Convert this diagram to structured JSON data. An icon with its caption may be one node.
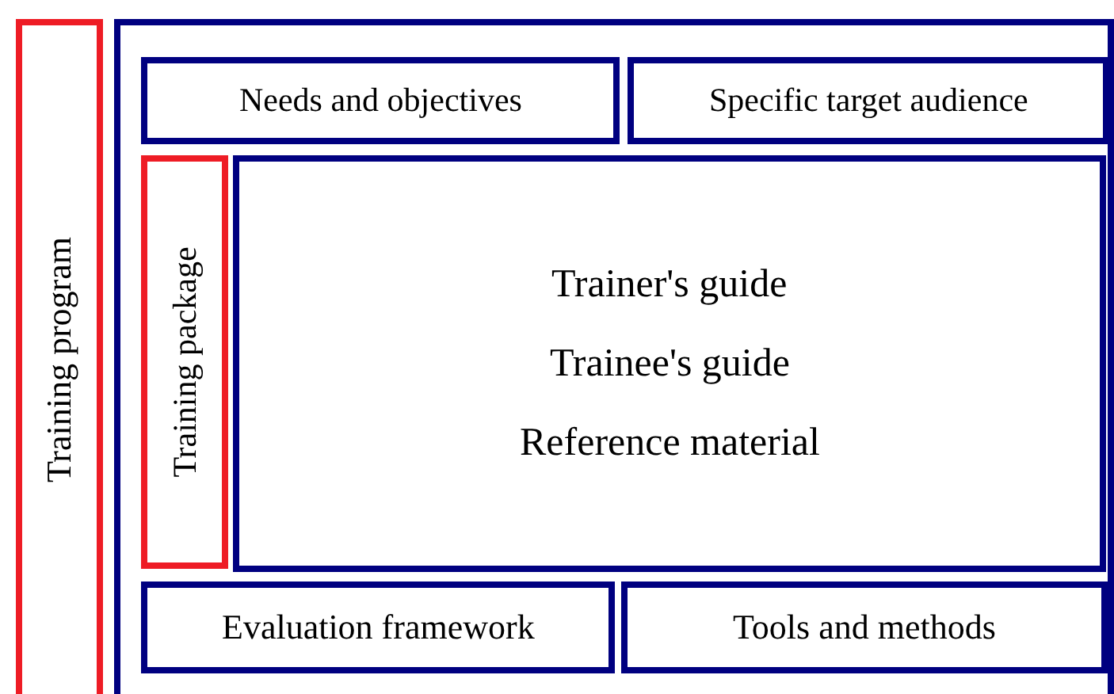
{
  "diagram": {
    "nodes": [
      {
        "text": [
          "Training program"
        ]
      },
      {
        "text": [],
        "shape": "box"
      },
      {
        "text": [
          "Needs and objectives"
        ],
        "in": 1
      },
      {
        "text": [
          "Specific target audience"
        ],
        "in": 1
      },
      {
        "text": [
          "Training package"
        ],
        "in": 1
      },
      {
        "text": [
          "Trainer's guide",
          "Trainee's guide",
          "Reference material"
        ],
        "in": 1
      },
      {
        "text": [
          "Evaluation framework"
        ],
        "in": 1
      },
      {
        "text": [
          "Tools and methods"
        ],
        "in": 1
      }
    ]
  }
}
